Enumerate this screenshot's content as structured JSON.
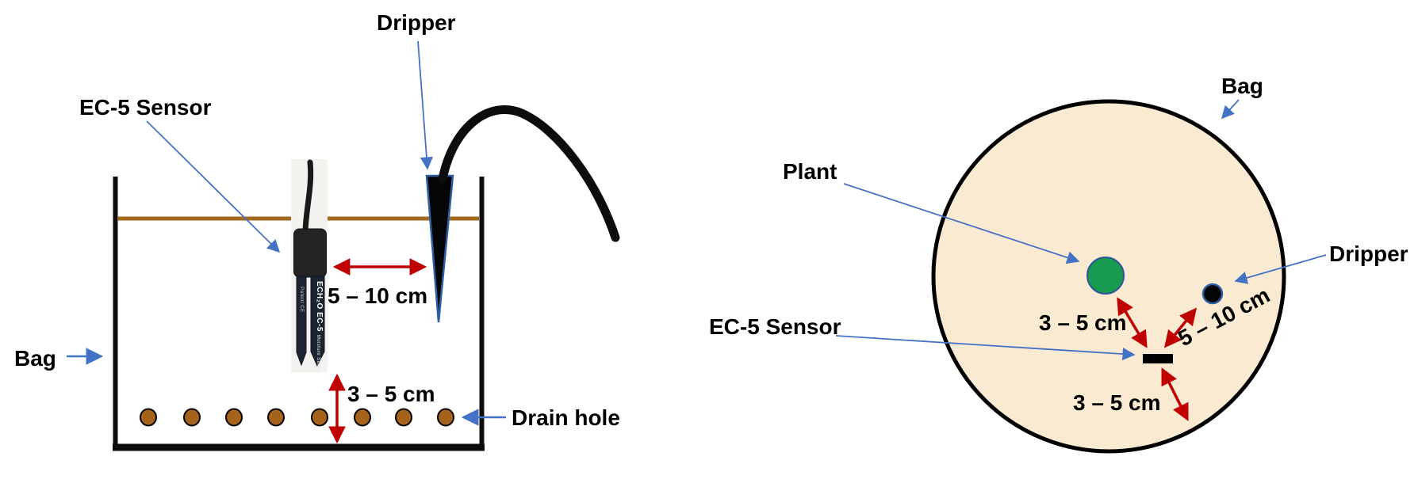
{
  "left_diagram": {
    "dripper_label": "Dripper",
    "sensor_label": "EC-5 Sensor",
    "bag_label": "Bag",
    "drain_hole_label": "Drain hole",
    "dim_sensor_to_dripper": "5 – 10 cm",
    "dim_sensor_to_drain": "3 – 5 cm",
    "sensor_text_main": "ECH₂O EC-5",
    "sensor_text_sub": "Moisture Sensor",
    "prong_left_text": "Patent   CE",
    "drain_hole_count": 8
  },
  "right_diagram": {
    "bag_label": "Bag",
    "plant_label": "Plant",
    "dripper_label": "Dripper",
    "sensor_label": "EC-5 Sensor",
    "dim_plant_to_sensor": "3 – 5 cm",
    "dim_dripper_to_sensor": "5 – 10 cm",
    "dim_sensor_to_edge": "3 – 5 cm"
  },
  "colors": {
    "annotation_blue": "#4472C4",
    "arrow_red": "#C00000",
    "bag_fill": "#FBEAD2",
    "soil_brown": "#A5691E",
    "drain_hole_brown": "#A4621A",
    "plant_green": "#189A50",
    "outline_black": "#0d0d0d"
  }
}
